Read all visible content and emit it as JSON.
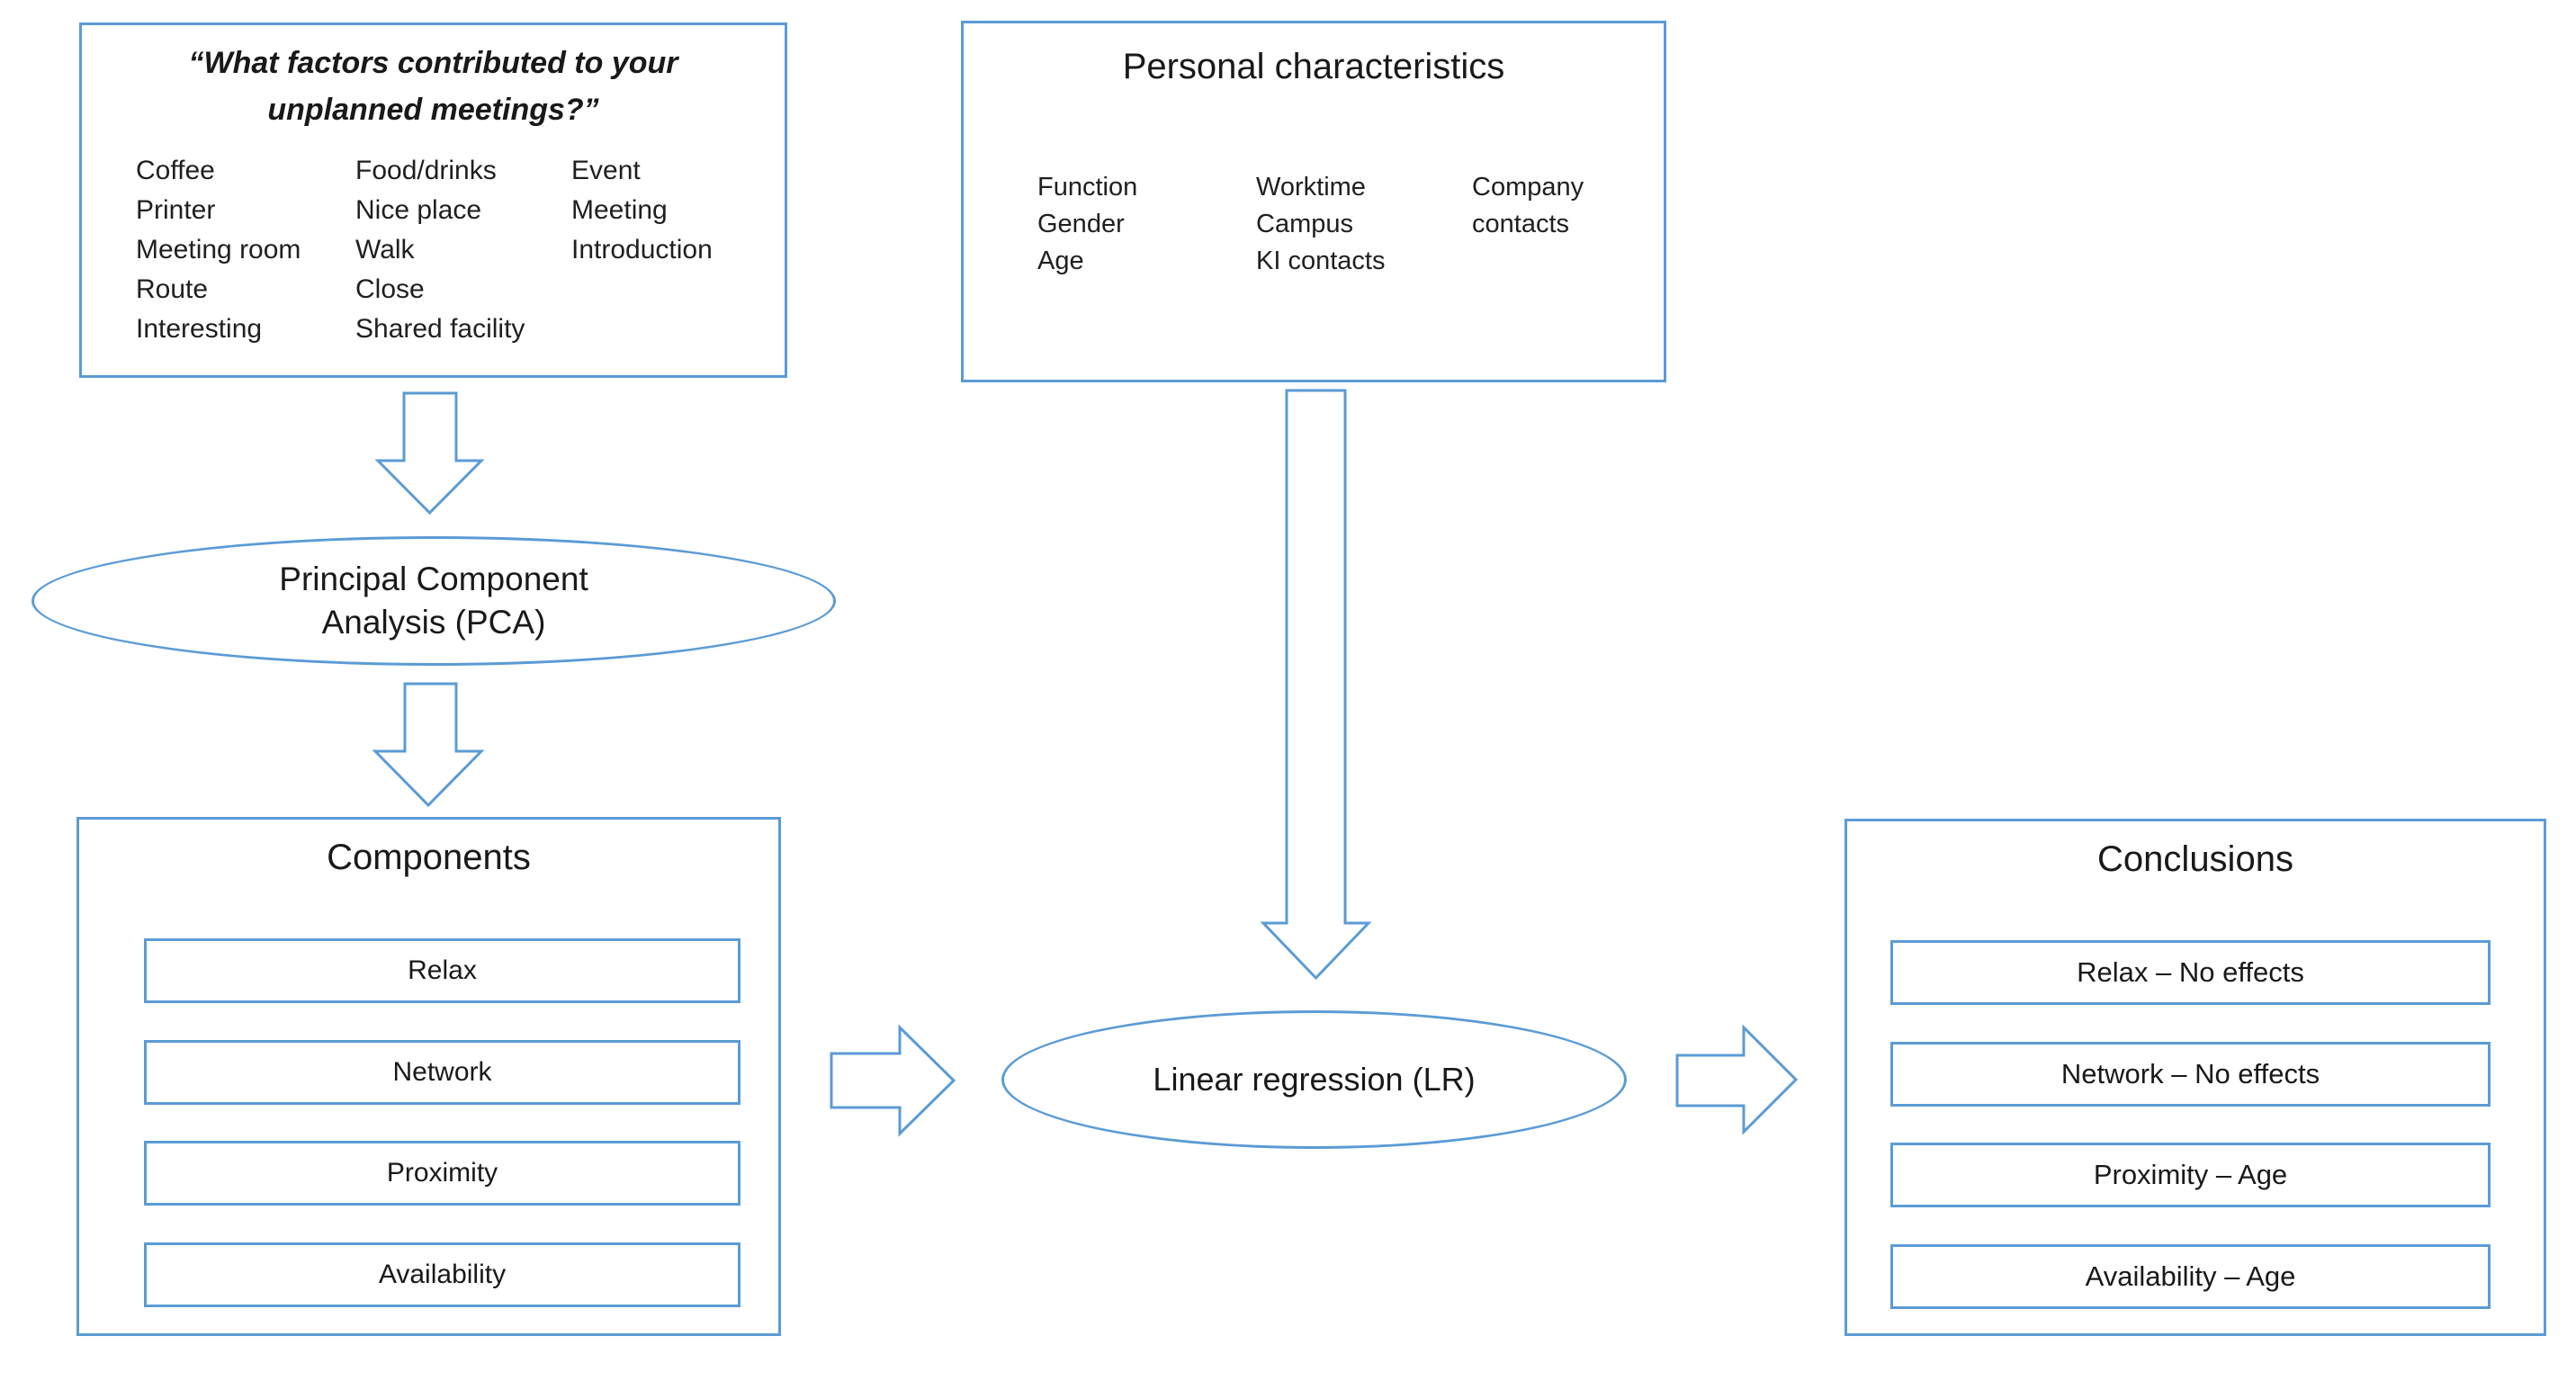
{
  "colors": {
    "shape_stroke": "#5b9bd5",
    "text": "#191919",
    "background": "#ffffff"
  },
  "factors_box": {
    "title_lines": [
      "“What factors contributed to your",
      "unplanned meetings?”"
    ],
    "columns": [
      {
        "items": [
          "Coffee",
          "Printer",
          "Meeting room",
          "Route",
          "Interesting"
        ]
      },
      {
        "items": [
          "Food/drinks",
          "Nice place",
          "Walk",
          "Close",
          "Shared facility"
        ]
      },
      {
        "items": [
          "Event",
          "Meeting",
          "Introduction"
        ]
      }
    ]
  },
  "personal_box": {
    "title": "Personal characteristics",
    "columns": [
      {
        "items": [
          "Function",
          "Gender",
          "Age"
        ]
      },
      {
        "items": [
          "Worktime",
          "Campus",
          "KI contacts"
        ]
      },
      {
        "items": [
          "Company contacts"
        ]
      }
    ]
  },
  "pca_ellipse": {
    "label_lines": [
      "Principal Component",
      "Analysis (PCA)"
    ]
  },
  "lr_ellipse": {
    "label": "Linear regression (LR)"
  },
  "components_box": {
    "title": "Components",
    "items": [
      "Relax",
      "Network",
      "Proximity",
      "Availability"
    ]
  },
  "conclusions_box": {
    "title": "Conclusions",
    "items": [
      "Relax – No effects",
      "Network – No effects",
      "Proximity – Age",
      "Availability – Age"
    ]
  }
}
